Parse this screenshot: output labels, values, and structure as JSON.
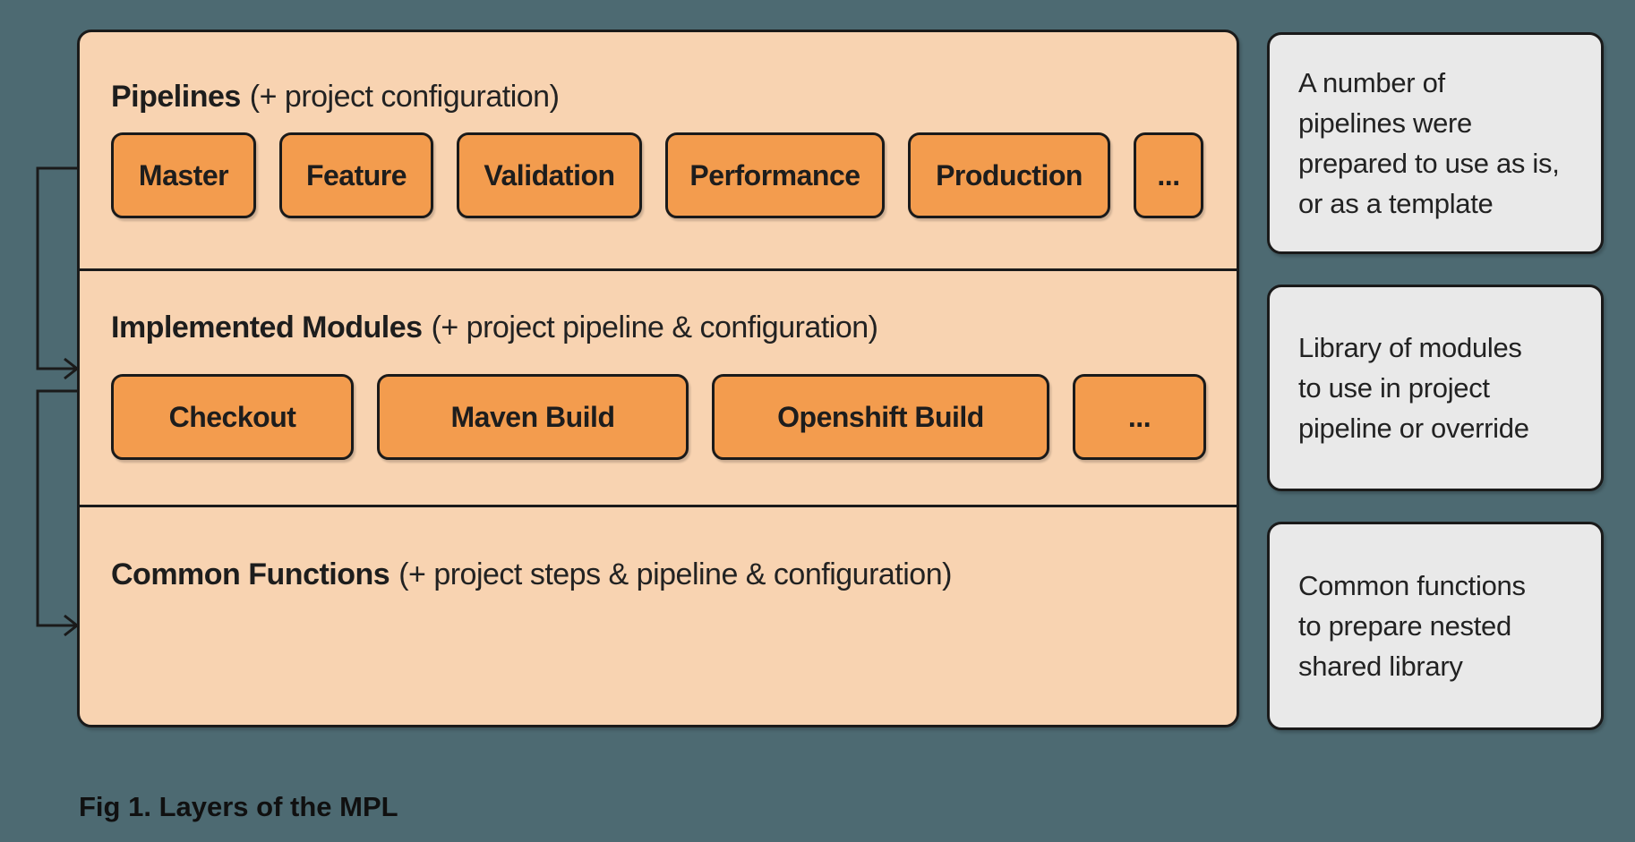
{
  "figure": {
    "caption": "Fig 1. Layers of the MPL"
  },
  "panel": {
    "layers": [
      {
        "title_bold": "Pipelines",
        "title_rest": "(+ project configuration)",
        "buttons": [
          "Master",
          "Feature",
          "Validation",
          "Performance",
          "Production",
          "..."
        ]
      },
      {
        "title_bold": "Implemented Modules",
        "title_rest": "(+ project pipeline & configuration)",
        "buttons": [
          "Checkout",
          "Maven Build",
          "Openshift Build",
          "..."
        ]
      },
      {
        "title_bold": "Common Functions",
        "title_rest": "(+ project steps & pipeline & configuration)",
        "buttons": []
      }
    ]
  },
  "notes": [
    {
      "text": "A number of\npipelines were\nprepared to use as is,\nor as a template"
    },
    {
      "text": "Library of modules\nto use in project\npipeline or override"
    },
    {
      "text": "Common functions\nto prepare nested\nshared library"
    }
  ],
  "colors": {
    "background": "#4D6A72",
    "panel": "#F8D3B1",
    "chip": "#F39C4E",
    "note_box": "#E9E9E9",
    "border": "#1A1A1A"
  }
}
